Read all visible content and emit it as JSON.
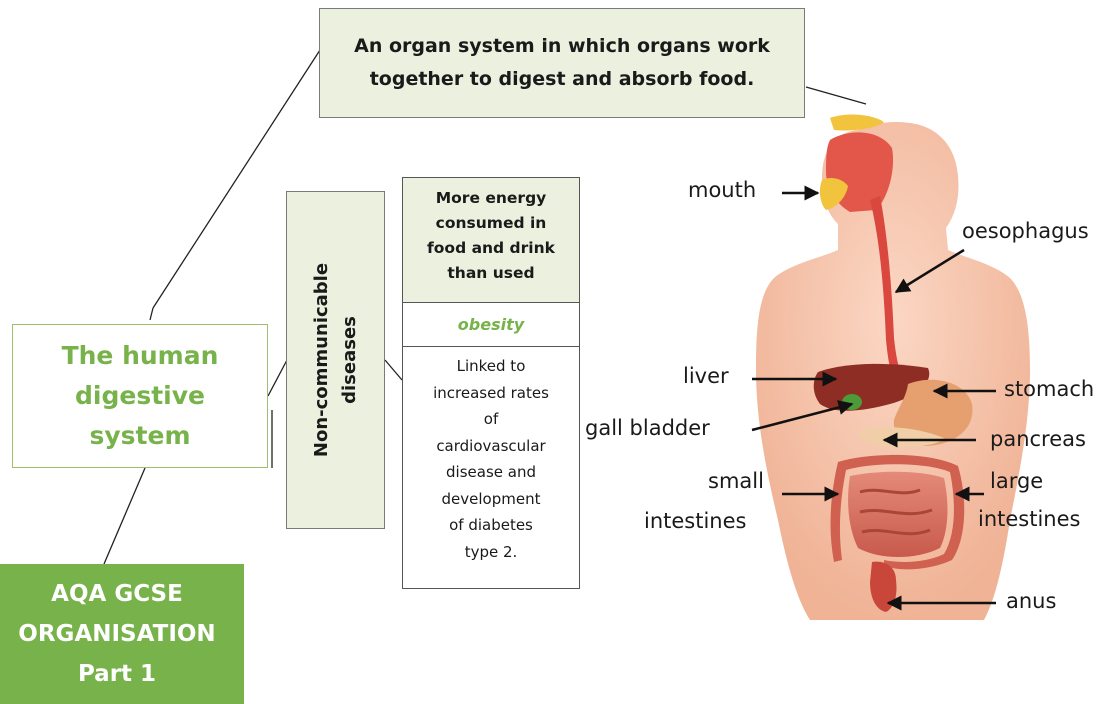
{
  "definition": {
    "line1": "An organ system in which organs work",
    "line2": "together to digest and absorb food."
  },
  "topic": {
    "line1": "The human",
    "line2": "digestive",
    "line3": "system"
  },
  "course": {
    "line1": "AQA GCSE",
    "line2": "ORGANISATION",
    "line3": "Part 1"
  },
  "category": {
    "line1": "Non-communicable",
    "line2": "diseases"
  },
  "disease_table": {
    "cause": [
      "More energy",
      "consumed in",
      "food and drink",
      "than used"
    ],
    "name": "obesity",
    "effects": [
      "Linked to",
      "increased rates",
      "of",
      "cardiovascular",
      "disease and",
      "development",
      "of diabetes",
      "type 2."
    ]
  },
  "organs": {
    "mouth": "mouth",
    "oesophagus": "oesophagus",
    "liver": "liver",
    "stomach": "stomach",
    "gall_bladder": "gall bladder",
    "pancreas": "pancreas",
    "small_line1": "small",
    "small_line2": "intestines",
    "large_line1": "large",
    "large_line2": "intestines",
    "anus": "anus"
  }
}
